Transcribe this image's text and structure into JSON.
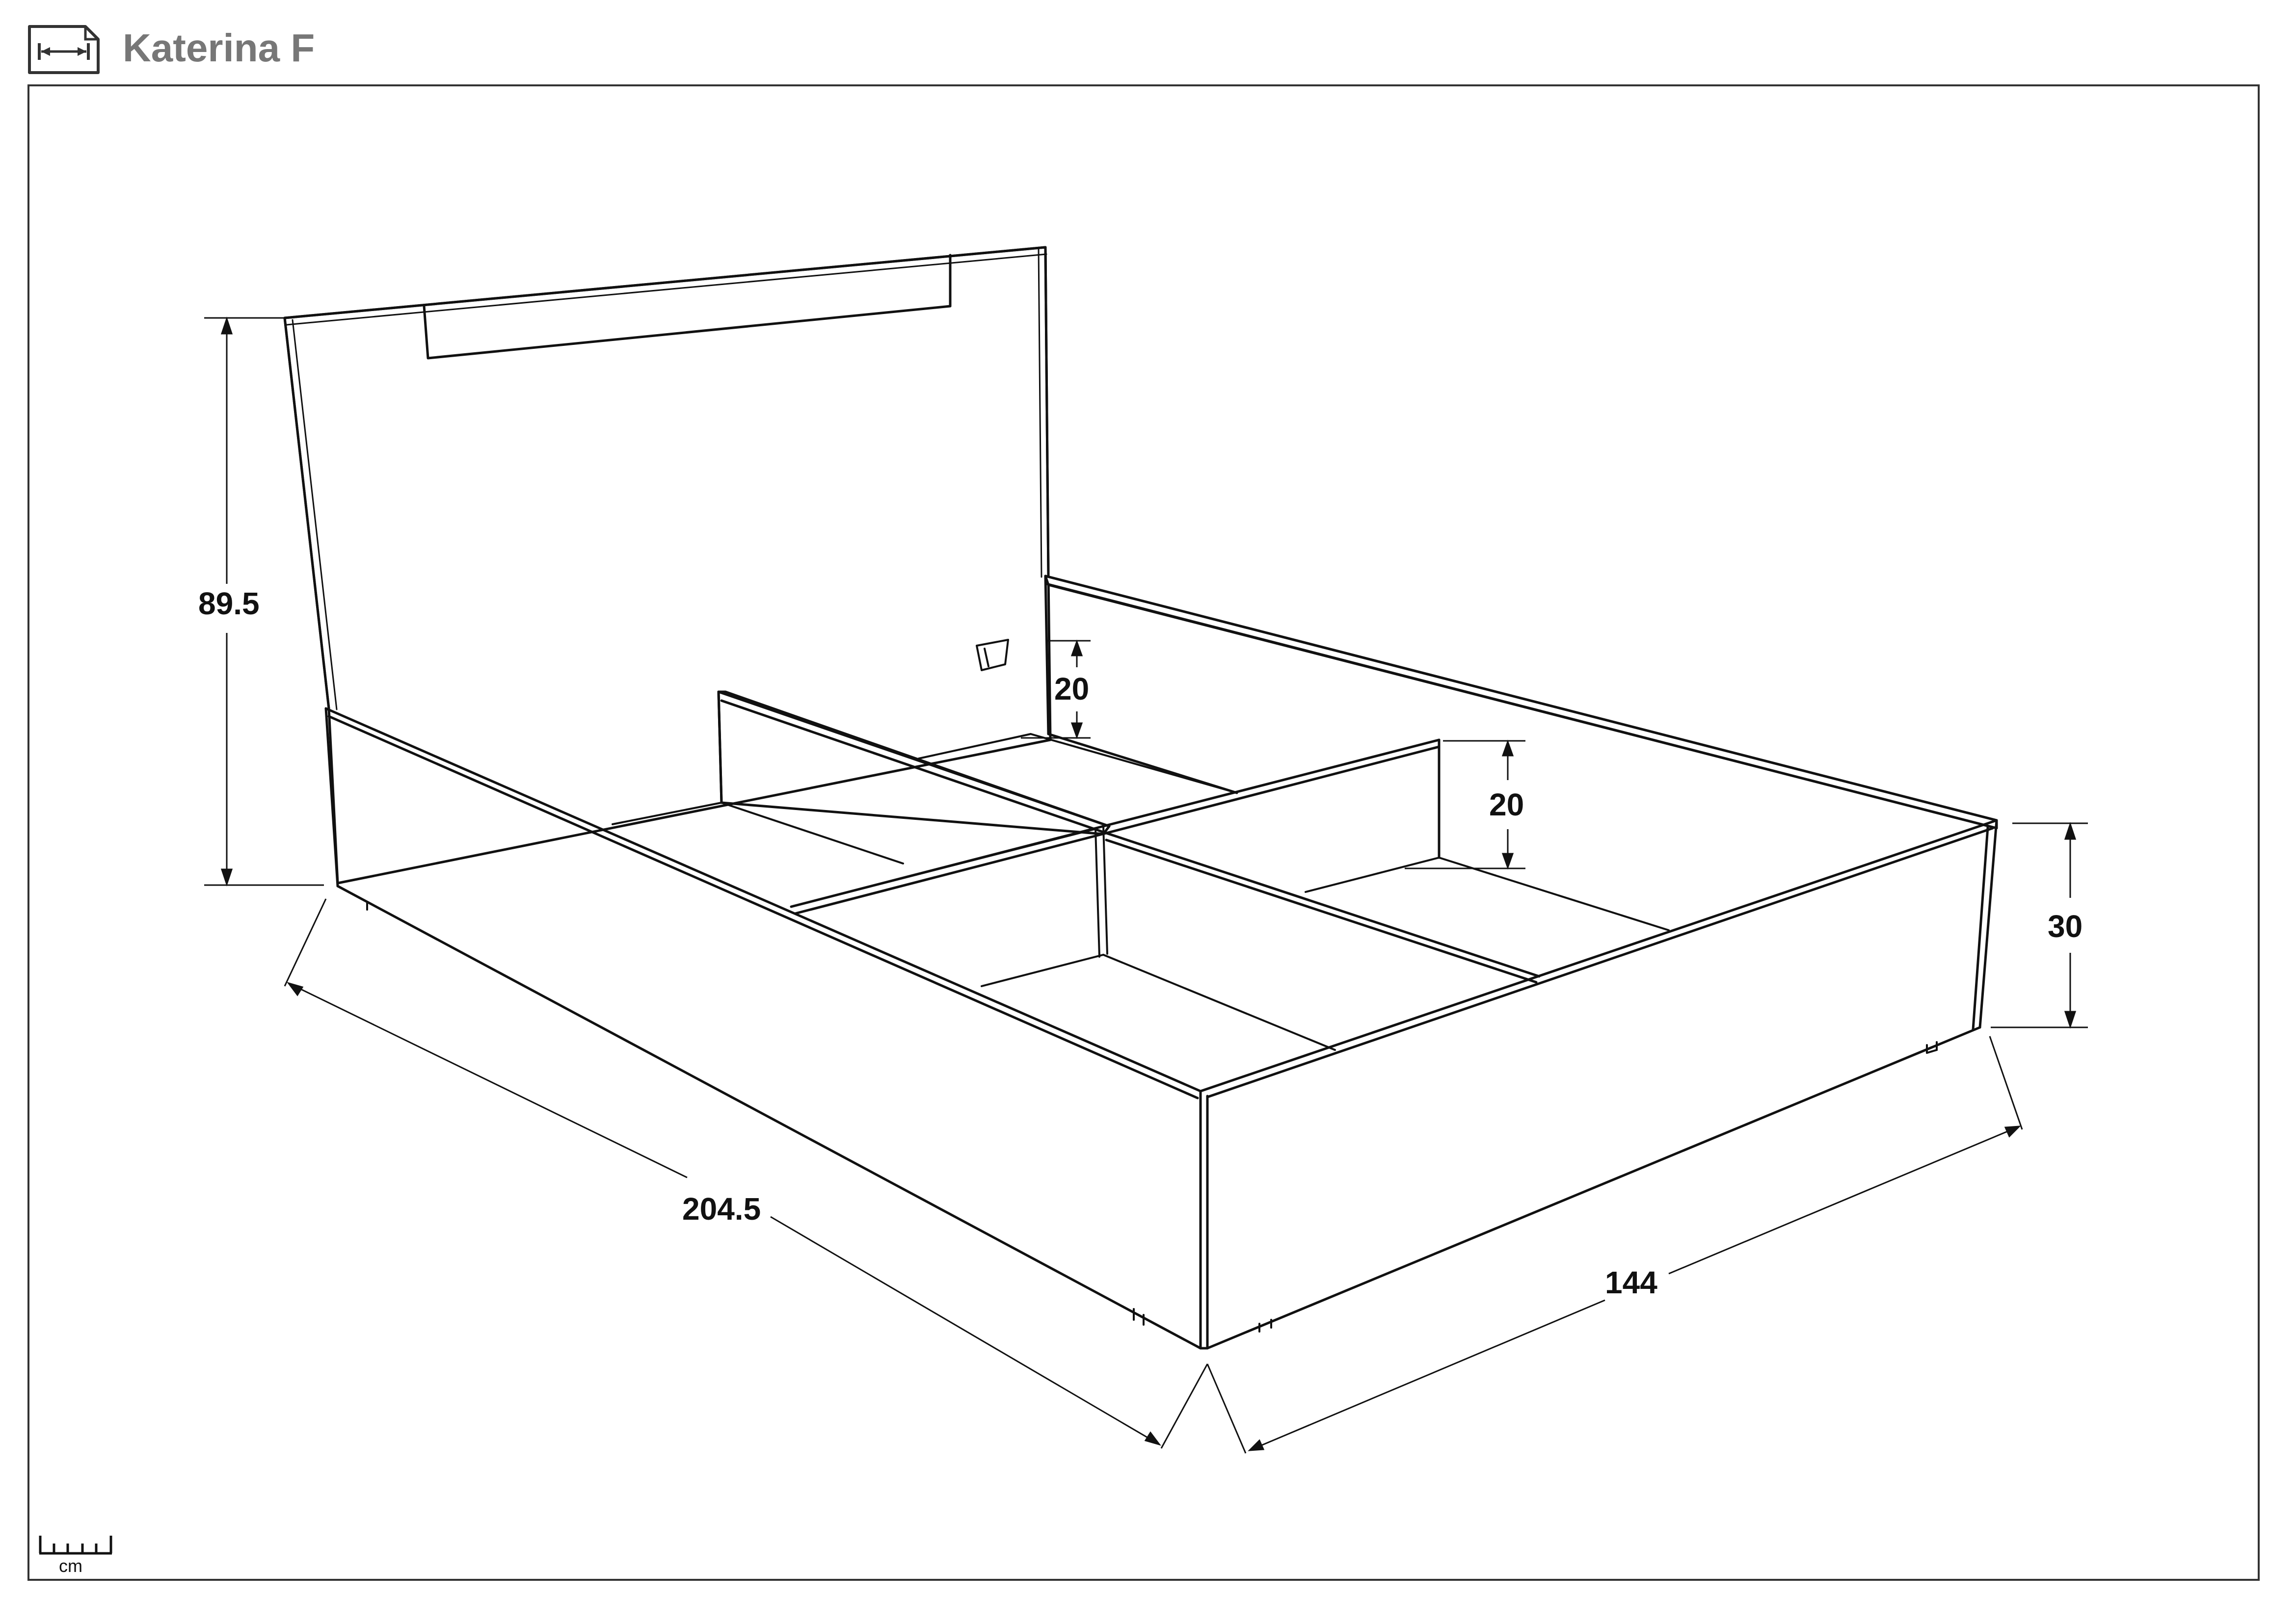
{
  "header": {
    "title": "Katerina F",
    "icon": "dimensions-icon"
  },
  "dimensions": {
    "headboard_height": "89.5",
    "length": "204.5",
    "width": "144",
    "frame_height": "30",
    "back_rail_depth": "20",
    "middle_rail_depth": "20"
  },
  "scale": {
    "unit": "cm",
    "icon": "ruler-icon"
  }
}
